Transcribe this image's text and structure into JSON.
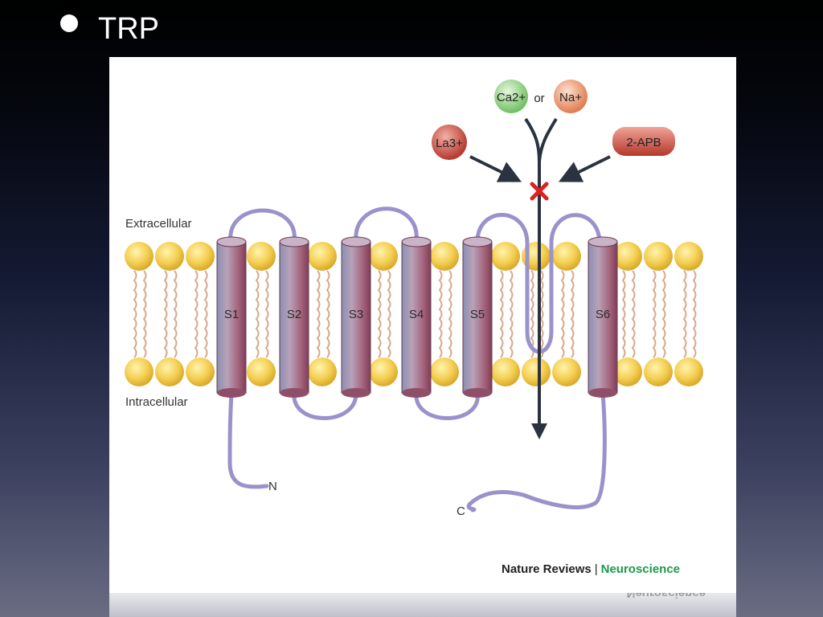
{
  "slide": {
    "title": "TRP"
  },
  "diagram": {
    "extracellular_label": "Extracellular",
    "intracellular_label": "Intracellular",
    "segments": [
      "S1",
      "S2",
      "S3",
      "S4",
      "S5",
      "S6"
    ],
    "n_terminus": "N",
    "c_terminus": "C",
    "ions": {
      "ca": "Ca2+",
      "or": "or",
      "na": "Na+"
    },
    "blockers": {
      "la": "La3+",
      "apb": "2-APB"
    },
    "colors": {
      "lipid_head": "#f4cf52",
      "helix": "#a3627a",
      "loop": "#9a92cc",
      "ca_ion": "#8ccc7e",
      "na_ion": "#e68a62",
      "blocker": "#c2473c",
      "block_mark": "#e02020",
      "arrow": "#2b3340"
    }
  },
  "credit": {
    "publisher": "Nature Reviews",
    "separator": "|",
    "journal": "Neuroscience"
  }
}
